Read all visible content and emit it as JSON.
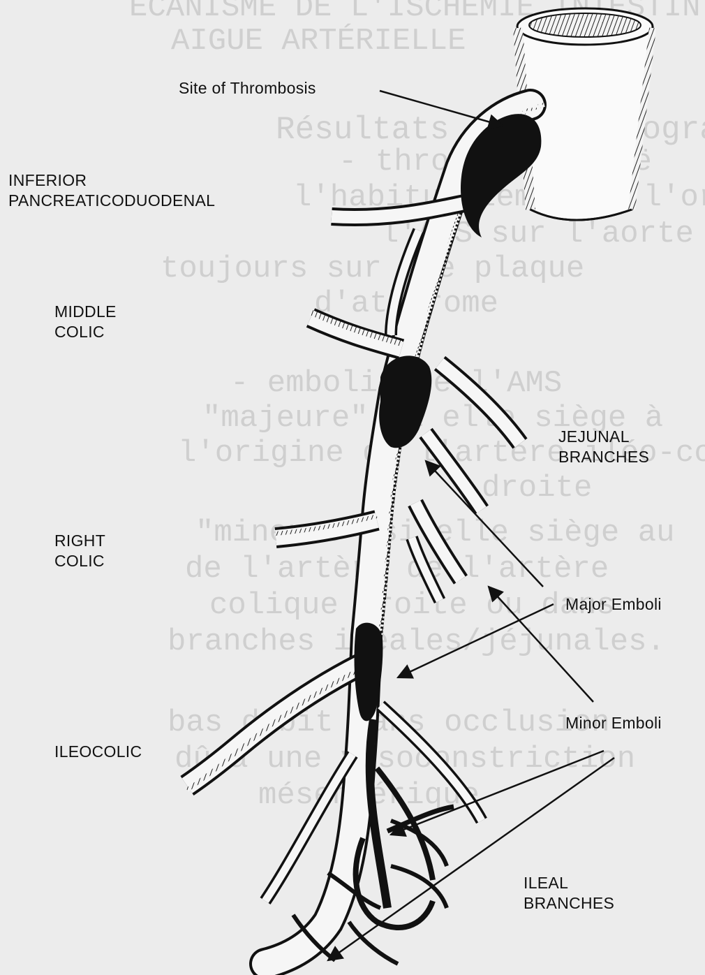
{
  "labels": {
    "site_of_thrombosis": "Site of Thrombosis",
    "inferior_pancreaticoduodenal": "INFERIOR\nPANCREATICODUODENAL",
    "middle_colic": "MIDDLE\nCOLIC",
    "jejunal_branches": "JEJUNAL\nBRANCHES",
    "right_colic": "RIGHT\nCOLIC",
    "major_emboli": "Major Emboli",
    "minor_emboli": "Minor Emboli",
    "ileocolic": "ILEOCOLIC",
    "ileal_branches": "ILEAL\nBRANCHES"
  },
  "background_text": [
    "ÉCANISME DE L'ISCHÉMIE INTESTIN",
    "AIGUE ARTÉRIELLE",
    "Résultats de l'angiographie :",
    "- thrombose aiguë",
    "l'habituellement à l'origine de",
    "l'AMS sur l'aorte",
    "toujours sur une plaque",
    "d'athérome",
    "- embolie de l'AMS",
    "\"majeure\" si elle siège à",
    "l'origine de l'artère iléo-co",
    "droite",
    "\"mineure\" si elle siège au",
    "de l'artère de l'artère",
    "colique droite ou dans",
    "branches iléales/jéjunales.",
    "bas débit sans occlusion",
    "dû à une vasoconstriction",
    "mésentérique"
  ],
  "colors": {
    "ink": "#111111",
    "paper": "#ececec",
    "ghost_text": "#cfcfcf"
  }
}
